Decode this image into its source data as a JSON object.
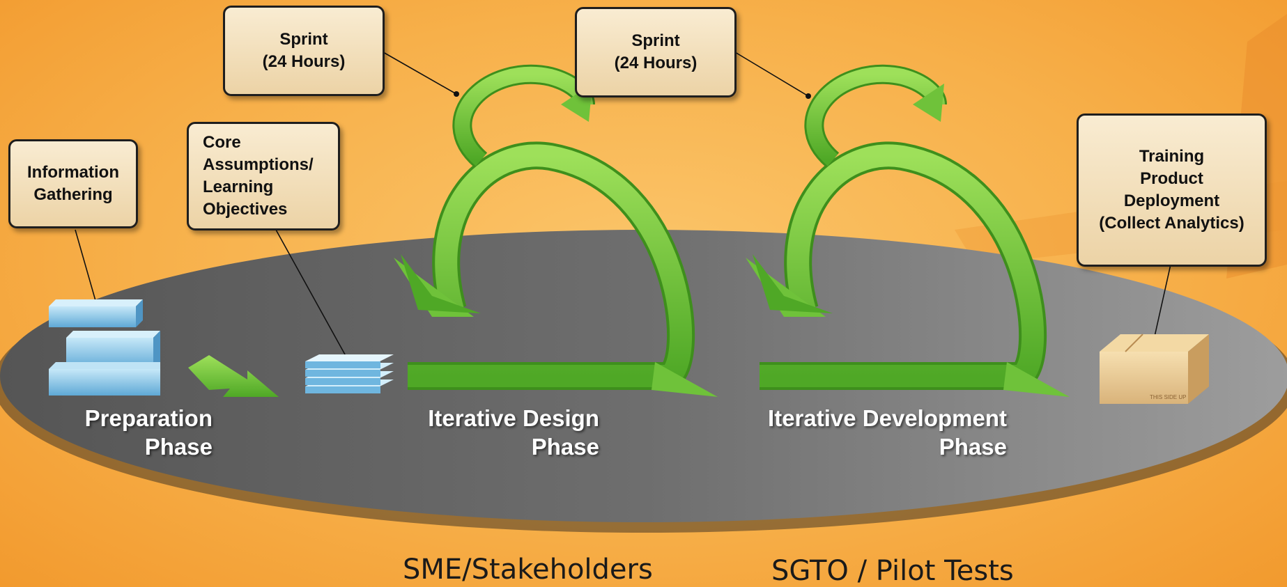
{
  "callouts": {
    "information_gathering": "Information\nGathering",
    "core_assumptions": "Core\nAssumptions/\nLearning\nObjectives",
    "sprint_1": "Sprint\n(24 Hours)",
    "sprint_2": "Sprint\n(24 Hours)",
    "training_deployment": "Training\nProduct\nDeployment\n(Collect Analytics)"
  },
  "phases": {
    "preparation": "Preparation\nPhase",
    "iterative_design": "Iterative Design\nPhase",
    "iterative_development": "Iterative Development\nPhase"
  },
  "bottom_labels": {
    "sme": "SME/Stakeholders",
    "sgto": "SGTO / Pilot Tests"
  },
  "box_printed_text": "THIS SIDE UP",
  "colors": {
    "background": "#f7b04a",
    "platform": "#6b6b6b",
    "arrow_green": "#6fc23a",
    "callout_fill": "#f3dfb8",
    "block_blue": "#8fcbe8"
  },
  "icons": [
    "stacked-blocks-icon",
    "arrow-right-icon",
    "document-stack-icon",
    "sprint-loop-arrow-icon",
    "package-box-icon"
  ]
}
